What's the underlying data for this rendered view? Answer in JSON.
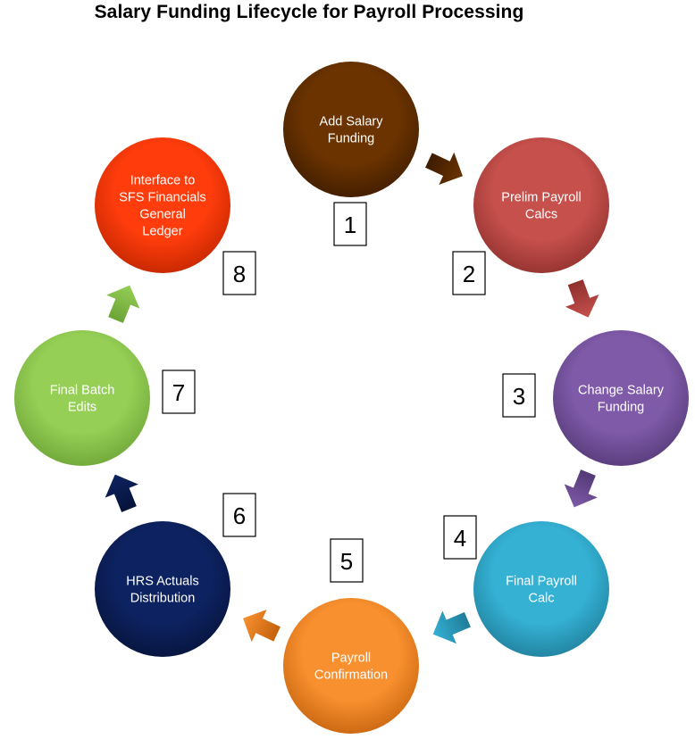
{
  "title": "Salary Funding Lifecycle for Payroll Processing",
  "steps": [
    {
      "number": "1",
      "label": [
        "Add Salary",
        "Funding"
      ],
      "color": "#6b3300",
      "color_dark": "#3d1c00"
    },
    {
      "number": "2",
      "label": [
        "Prelim Payroll",
        "Calcs"
      ],
      "color": "#c6504c",
      "color_dark": "#8f302d"
    },
    {
      "number": "3",
      "label": [
        "Change Salary",
        "Funding"
      ],
      "color": "#7f5aa8",
      "color_dark": "#533976"
    },
    {
      "number": "4",
      "label": [
        "Final Payroll",
        "Calc"
      ],
      "color": "#35b1d4",
      "color_dark": "#1f7d99"
    },
    {
      "number": "5",
      "label": [
        "Payroll",
        "Confirmation"
      ],
      "color": "#f8902f",
      "color_dark": "#c4620d"
    },
    {
      "number": "6",
      "label": [
        "HRS Actuals",
        "Distribution"
      ],
      "color": "#0d2260",
      "color_dark": "#06133a"
    },
    {
      "number": "7",
      "label": [
        "Final Batch",
        "Edits"
      ],
      "color": "#95cf55",
      "color_dark": "#6ca337"
    },
    {
      "number": "8",
      "label": [
        "Interface to",
        "SFS Financials",
        "General",
        "Ledger"
      ],
      "color": "#fe3c0c",
      "color_dark": "#c02600"
    }
  ]
}
